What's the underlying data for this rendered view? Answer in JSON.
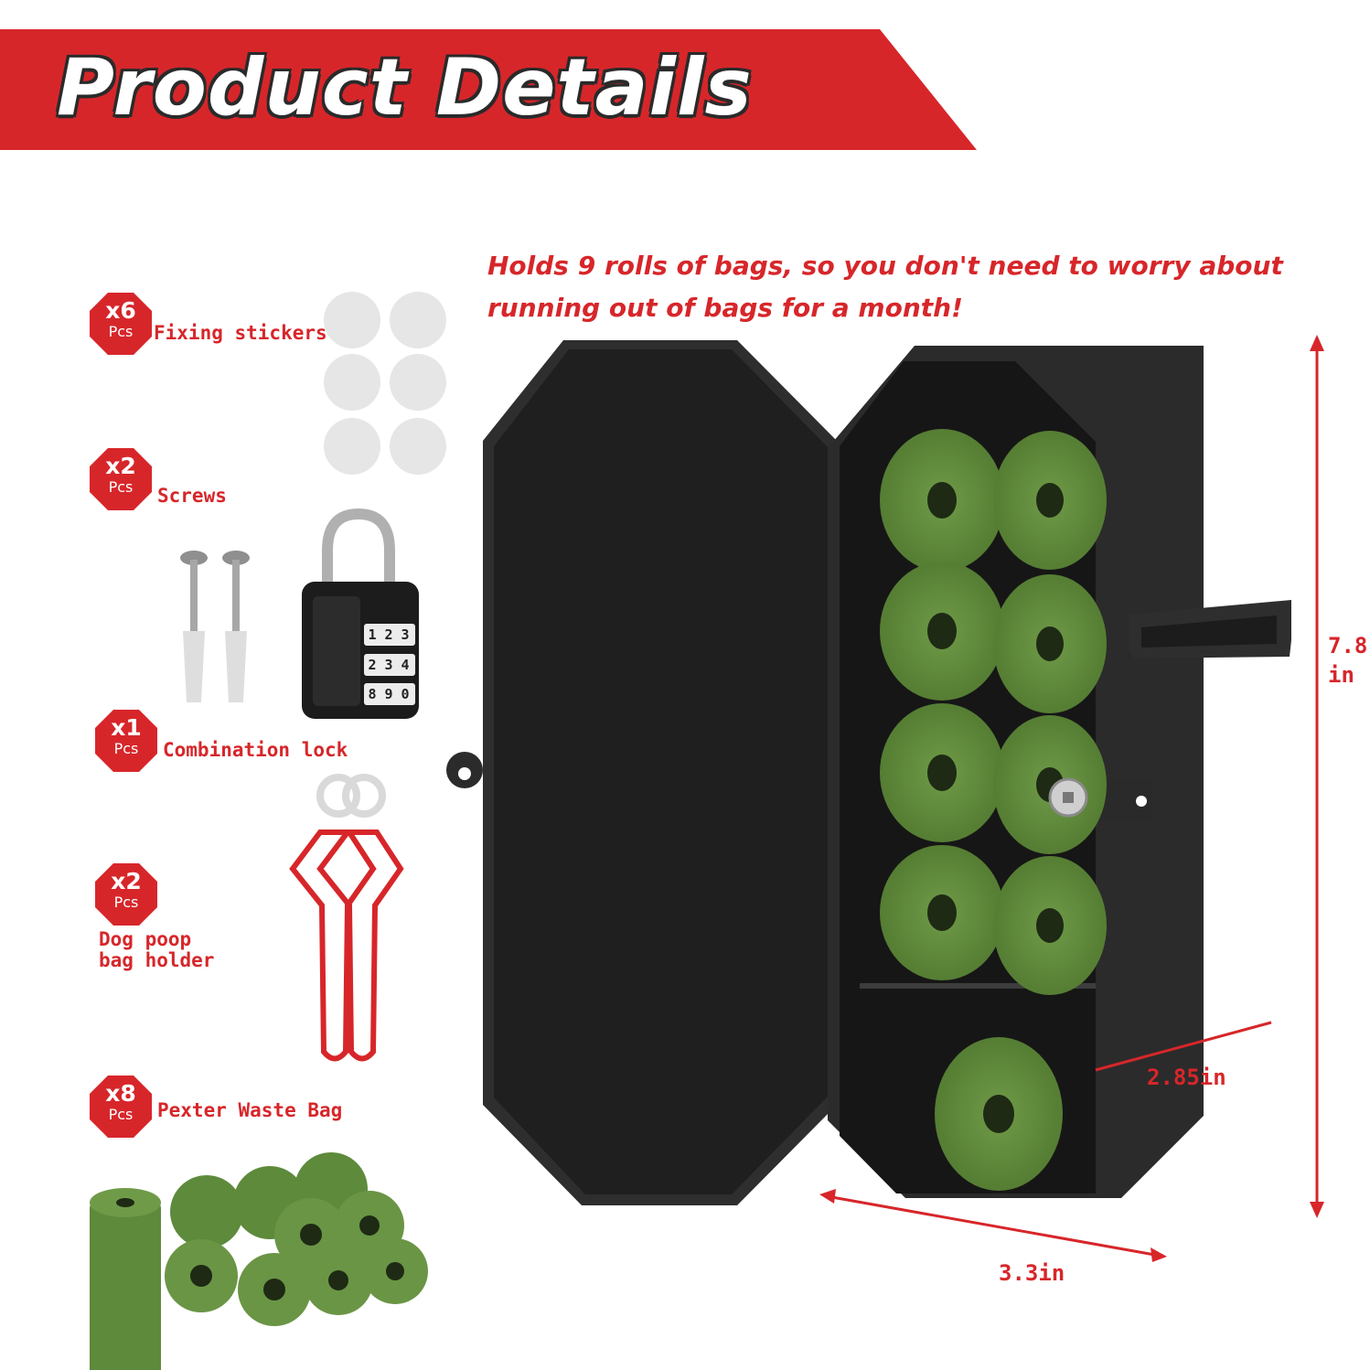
{
  "banner": {
    "title": "Product Details",
    "color": "#d7262a"
  },
  "headline": {
    "line1": "Holds 9 rolls of bags, so you don't need to worry about",
    "line2": "running out of bags for a month!"
  },
  "items": [
    {
      "qty": "x6",
      "unit": "Pcs",
      "label": "Fixing stickers"
    },
    {
      "qty": "x2",
      "unit": "Pcs",
      "label": "Screws"
    },
    {
      "qty": "x1",
      "unit": "Pcs",
      "label": "Combination lock"
    },
    {
      "qty": "x2",
      "unit": "Pcs",
      "label_line1": "Dog poop",
      "label_line2": "bag holder"
    },
    {
      "qty": "x8",
      "unit": "Pcs",
      "label": "Pexter Waste Bag"
    }
  ],
  "lock_digits": [
    "1",
    "2",
    "3",
    "2",
    "3",
    "4",
    "8",
    "9",
    "0"
  ],
  "dimensions": {
    "height_value": "7.8",
    "height_unit": "in",
    "depth": "2.85in",
    "width": "3.3in"
  },
  "colors": {
    "accent": "#d7262a",
    "box": "#2b2b2b",
    "roll": "#5e8a3c",
    "sticker": "#e6e6e6"
  }
}
